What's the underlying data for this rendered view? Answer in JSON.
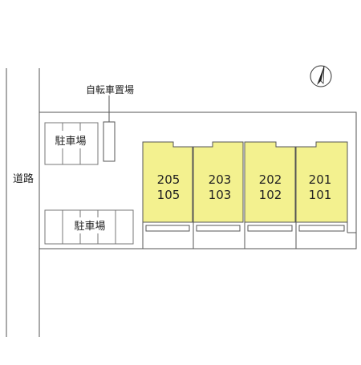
{
  "road_label": "道路",
  "bicycle_parking_label": "自転車置場",
  "parking_lots": [
    {
      "label": "駐車場"
    },
    {
      "label": "駐車場"
    }
  ],
  "units": [
    {
      "upper": "205",
      "lower": "105"
    },
    {
      "upper": "203",
      "lower": "103"
    },
    {
      "upper": "202",
      "lower": "102"
    },
    {
      "upper": "201",
      "lower": "101"
    }
  ],
  "compass": {
    "icon": "north-arrow-icon"
  },
  "colors": {
    "building_fill": "#f3f18f",
    "line": "#555555",
    "background": "#ffffff"
  }
}
